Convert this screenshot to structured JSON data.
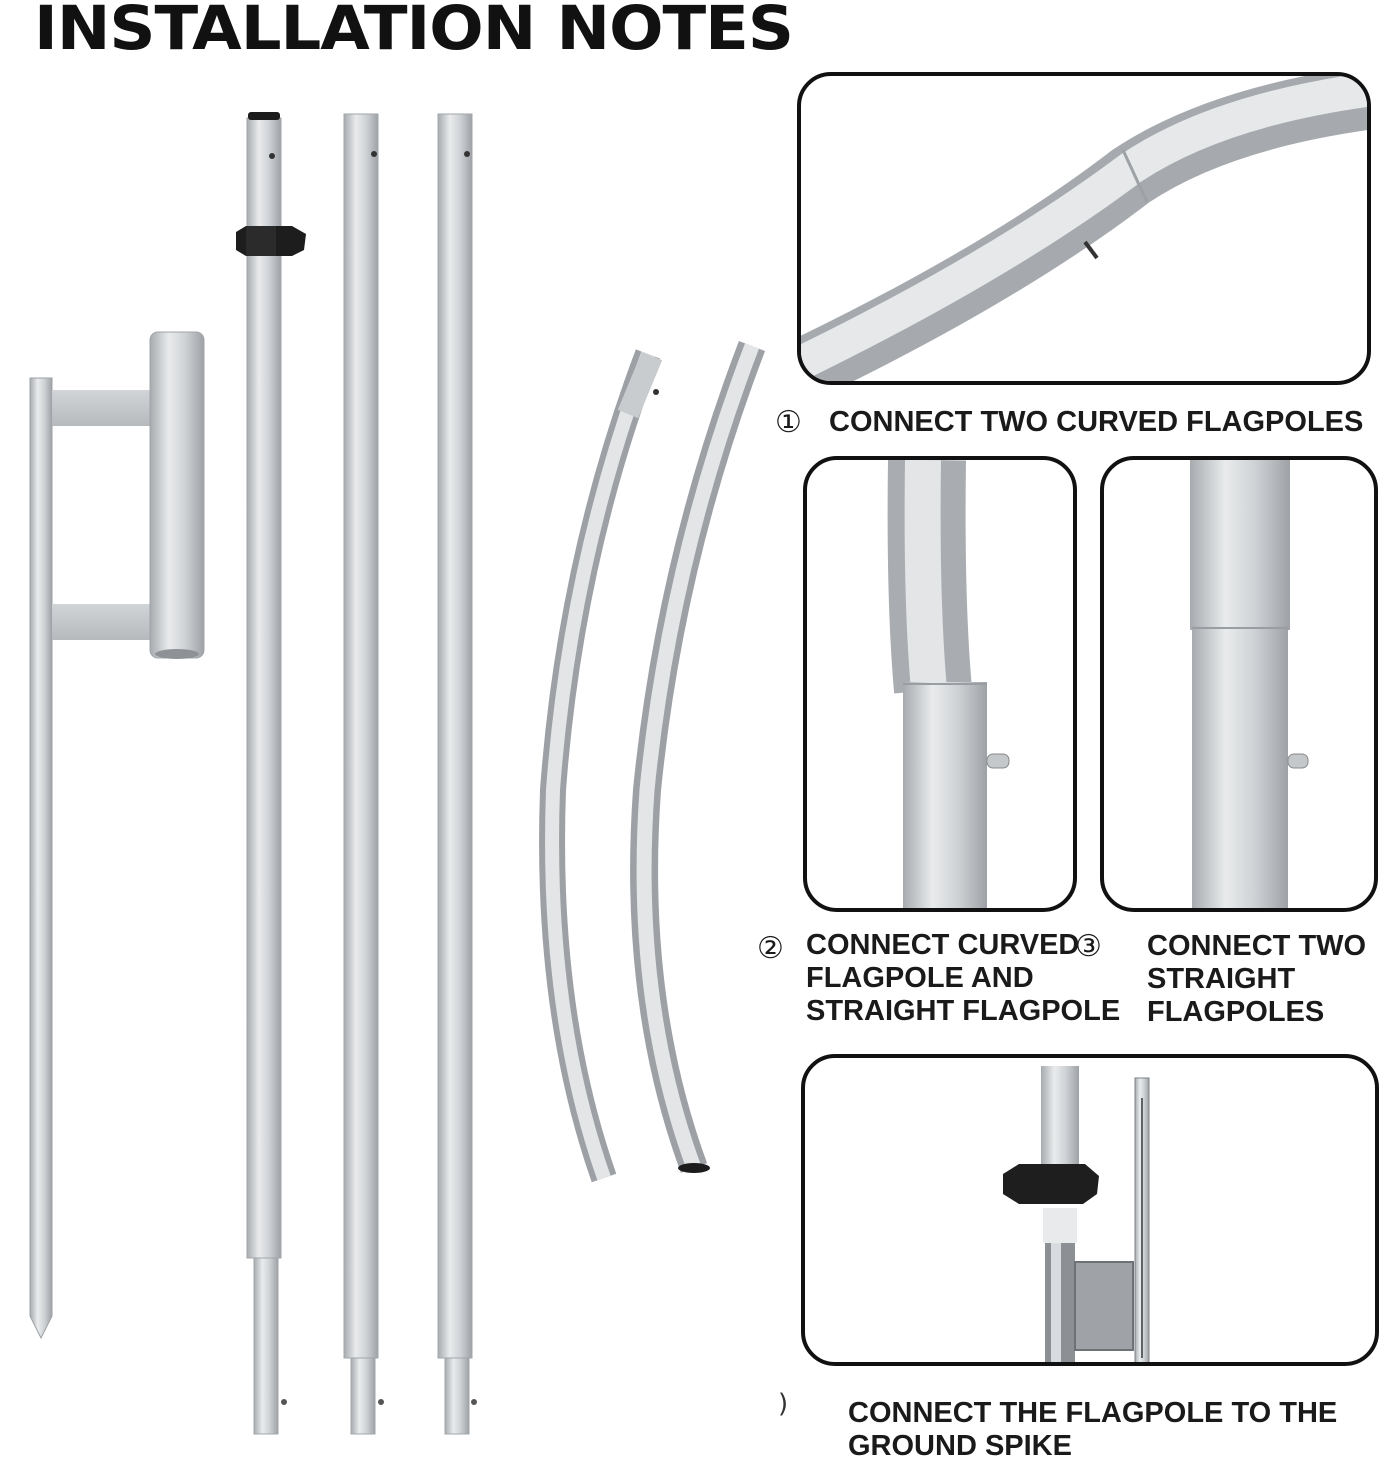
{
  "title": "INSTALLATION NOTES",
  "steps": [
    {
      "number": "①",
      "caption": "CONNECT TWO CURVED FLAGPOLES"
    },
    {
      "number": "②",
      "caption_lines": [
        "CONNECT CURVED",
        "FLAGPOLE AND",
        "STRAIGHT FLAGPOLE"
      ]
    },
    {
      "number": "③",
      "caption_lines": [
        "CONNECT TWO",
        "STRAIGHT",
        "FLAGPOLES"
      ]
    },
    {
      "caption_lines": [
        "CONNECT THE FLAGPOLE TO THE",
        "GROUND SPIKE"
      ]
    }
  ],
  "colors": {
    "pole_light": "#e4e6e8",
    "pole_mid": "#c3c6c9",
    "pole_dark": "#9da1a5",
    "frame_border": "#111111",
    "text": "#1a1a1a"
  }
}
